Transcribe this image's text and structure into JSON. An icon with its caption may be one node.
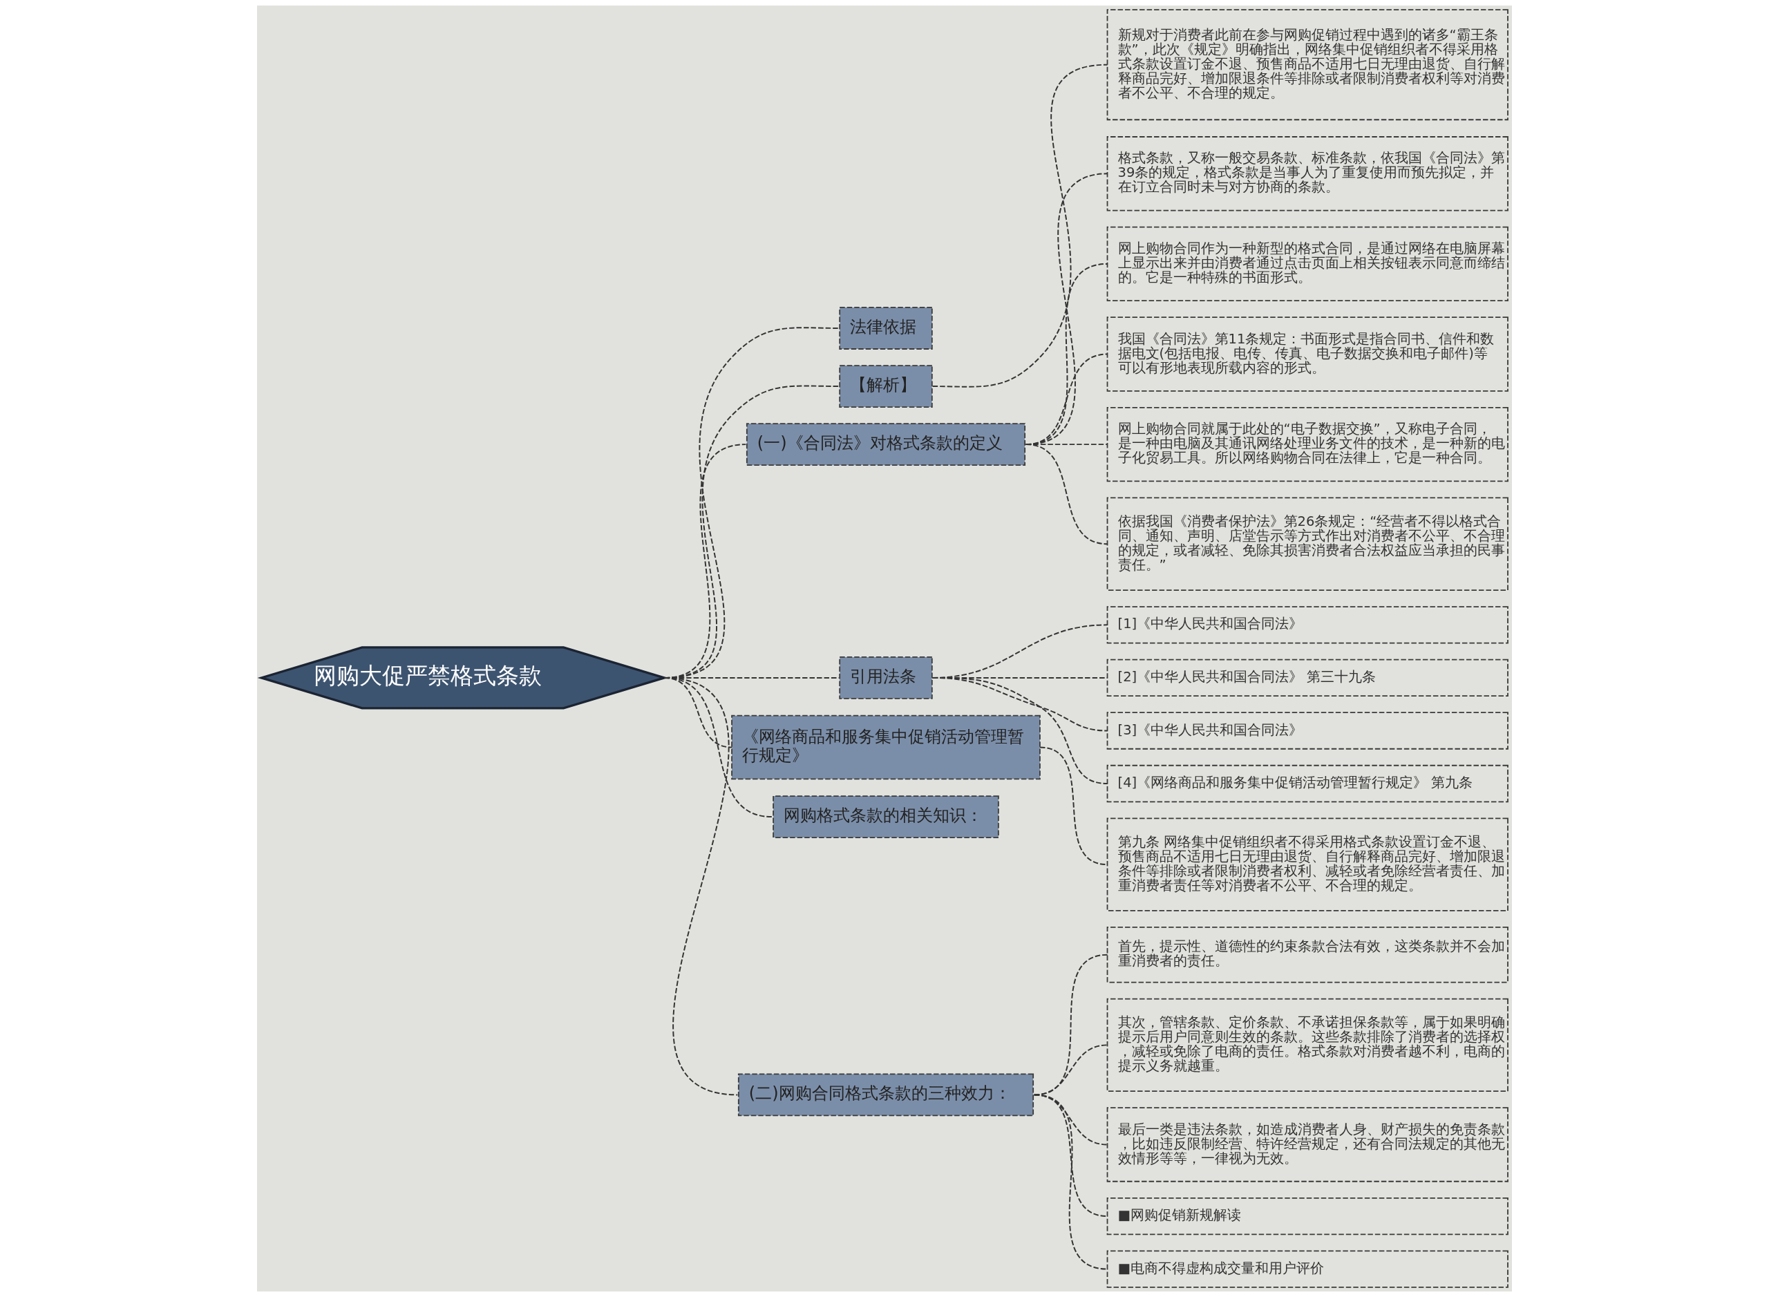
{
  "diagram": {
    "nodes": [
      {
        "text": [
          "网购大促严禁格式条款"
        ]
      },
      {
        "text": [
          "法律依据"
        ]
      },
      {
        "text": [
          "【解析】"
        ]
      },
      {
        "text": [
          "新规对于消费者此前在参与网购促销过程中遇到的诸多“霸王条款”，此次《规定》明确指出，网络集中促销组织者不得采用格式条款设置订金不退、预售商品不适用七日无理由退货、自行解释商品完好、增加限退条件等排除或者限制消费者权利等对消费者不公平、不合理的规定。"
        ]
      },
      {
        "text": [
          "(一)《合同法》对格式条款的定义"
        ]
      },
      {
        "text": [
          "格式条款，又称一般交易条款、标准条款，依我国《合同法》第39条的规定，格式条款是当事人为了重复使用而预先拟定，并在订立合同时未与对方协商的条款。"
        ]
      },
      {
        "text": [
          "网上购物合同作为一种新型的格式合同，是通过网络在电脑屏幕上显示出来并由消费者通过点击页面上相关按钮表示同意而缔结的。它是一种特殊的书面形式。"
        ]
      },
      {
        "text": [
          "我国《合同法》第11条规定：书面形式是指合同书、信件和数据电文(包括电报、电传、传真、电子数据交换和电子邮件)等可以有形地表现所载内容的形式。"
        ]
      },
      {
        "text": [
          "网上购物合同就属于此处的“电子数据交换”，又称电子合同，是一种由电脑及其通讯网络处理业务文件的技术，是一种新的电子化贸易工具。所以网络购物合同在法律上，它是一种合同。"
        ]
      },
      {
        "text": [
          "依据我国《消费者保护法》第26条规定：“经营者不得以格式合同、通知、声明、店堂告示等方式作出对消费者不公平、不合理的规定，或者减轻、免除其损害消费者合法权益应当承担的民事责任。”"
        ]
      },
      {
        "text": [
          "引用法条"
        ]
      },
      {
        "text": [
          "[1]《中华人民共和国合同法》"
        ]
      },
      {
        "text": [
          "[2]《中华人民共和国合同法》 第三十九条"
        ]
      },
      {
        "text": [
          "[3]《中华人民共和国合同法》"
        ]
      },
      {
        "text": [
          "[4]《网络商品和服务集中促销活动管理暂行规定》 第九条"
        ]
      },
      {
        "text": [
          "《网络商品和服务集中促销活动管理暂行规定》"
        ]
      },
      {
        "text": [
          "第九条 网络集中促销组织者不得采用格式条款设置订金不退、预售商品不适用七日无理由退货、自行解释商品完好、增加限退条件等排除或者限制消费者权利、减轻或者免除经营者责任、加重消费者责任等对消费者不公平、不合理的规定。"
        ]
      },
      {
        "text": [
          "网购格式条款的相关知识："
        ]
      },
      {
        "text": [
          "(二)网购合同格式条款的三种效力："
        ]
      },
      {
        "text": [
          "首先，提示性、道德性的约束条款合法有效，这类条款并不会加重消费者的责任。"
        ]
      },
      {
        "text": [
          "其次，管辖条款、定价条款、不承诺担保条款等，属于如果明确提示后用户同意则生效的条款。这些条款排除了消费者的选择权，减轻或免除了电商的责任。格式条款对消费者越不利，电商的提示义务就越重。"
        ]
      },
      {
        "text": [
          "最后一类是违法条款，如造成消费者人身、财产损失的免责条款，比如违反限制经营、特许经营规定，还有合同法规定的其他无效情形等等，一律视为无效。"
        ]
      },
      {
        "text": [
          "■网购促销新规解读"
        ]
      },
      {
        "text": [
          "■电商不得虚构成交量和用户评价"
        ]
      }
    ],
    "edges": [
      {
        "from": 0,
        "to": 1,
        "arrow": "none"
      },
      {
        "from": 0,
        "to": 2,
        "arrow": "none"
      },
      {
        "from": 2,
        "to": 3,
        "arrow": "none"
      },
      {
        "from": 0,
        "to": 4,
        "arrow": "none"
      },
      {
        "from": 4,
        "to": 5,
        "arrow": "none"
      },
      {
        "from": 4,
        "to": 6,
        "arrow": "none"
      },
      {
        "from": 4,
        "to": 7,
        "arrow": "none"
      },
      {
        "from": 4,
        "to": 8,
        "arrow": "none"
      },
      {
        "from": 4,
        "to": 9,
        "arrow": "none"
      },
      {
        "from": 0,
        "to": 10,
        "arrow": "none"
      },
      {
        "from": 10,
        "to": 11,
        "arrow": "none"
      },
      {
        "from": 10,
        "to": 12,
        "arrow": "none"
      },
      {
        "from": 10,
        "to": 13,
        "arrow": "none"
      },
      {
        "from": 10,
        "to": 14,
        "arrow": "none"
      },
      {
        "from": 0,
        "to": 15,
        "arrow": "none"
      },
      {
        "from": 15,
        "to": 16,
        "arrow": "none"
      },
      {
        "from": 0,
        "to": 17,
        "arrow": "none"
      },
      {
        "from": 0,
        "to": 18,
        "arrow": "none"
      },
      {
        "from": 18,
        "to": 19,
        "arrow": "none"
      },
      {
        "from": 18,
        "to": 20,
        "arrow": "none"
      },
      {
        "from": 18,
        "to": 21,
        "arrow": "none"
      },
      {
        "from": 18,
        "to": 22,
        "arrow": "none"
      },
      {
        "from": 18,
        "to": 23,
        "arrow": "none"
      }
    ]
  }
}
